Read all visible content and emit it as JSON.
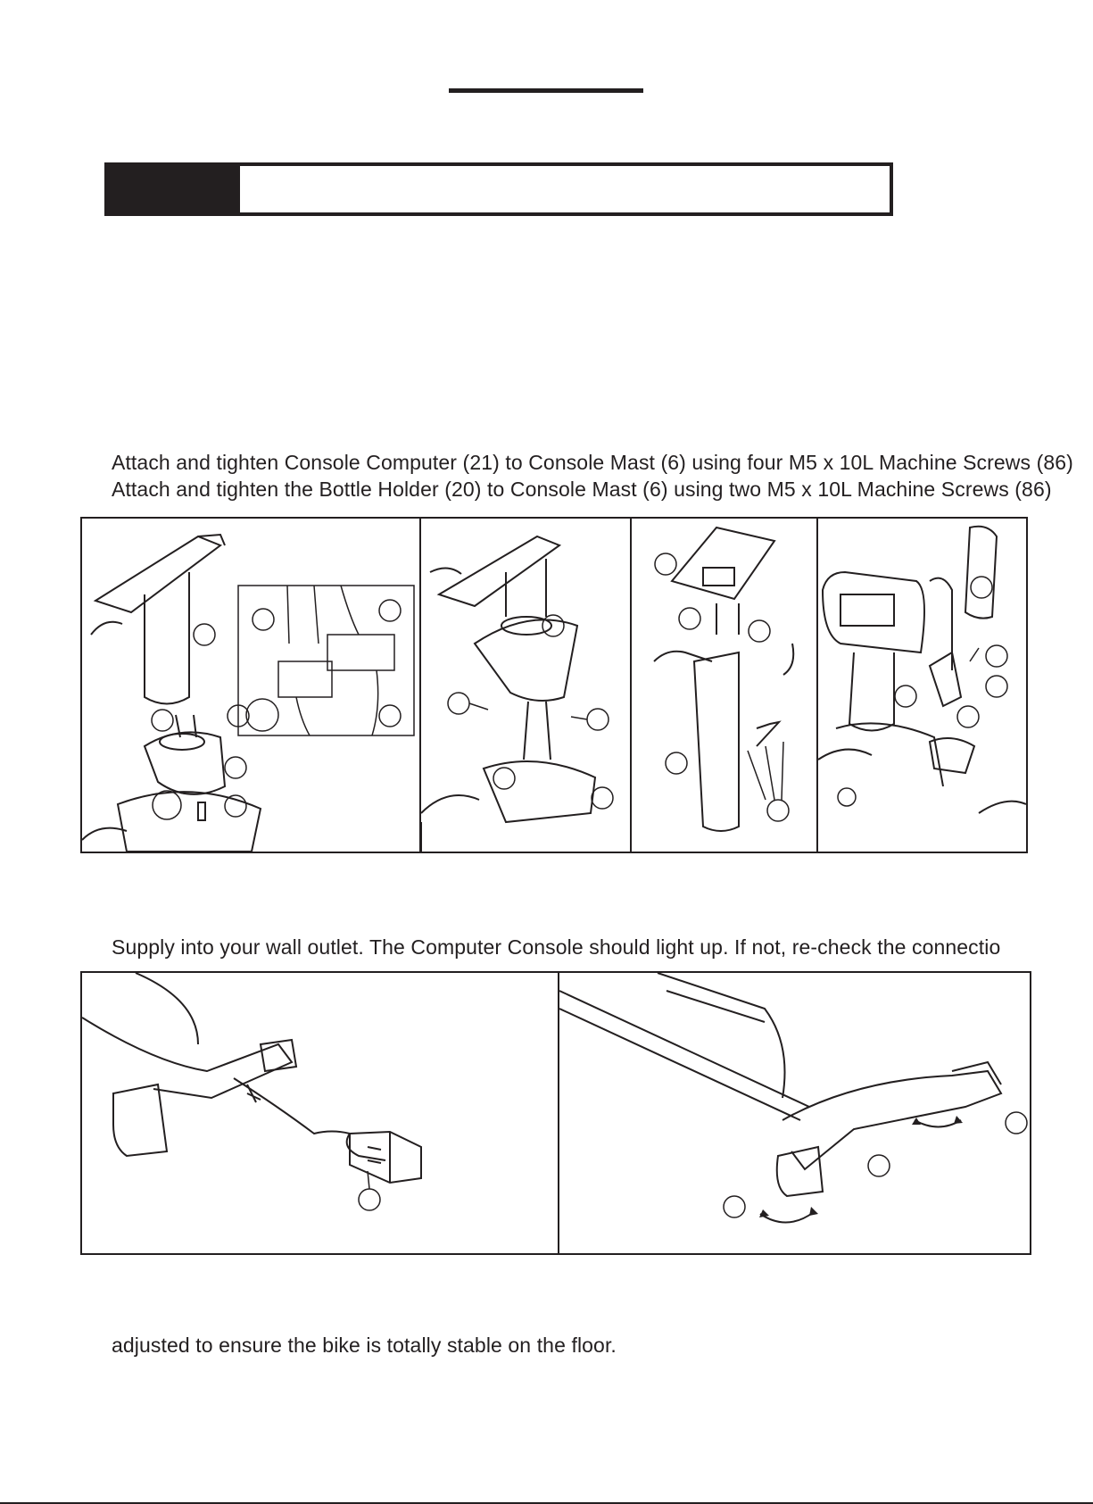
{
  "header": {
    "step_label": "",
    "step_title": ""
  },
  "instructions": {
    "line1": "Attach and tighten Console Computer (21) to Console Mast (6) using four M5 x 10L Machine Screws (86)",
    "line2": "Attach and tighten the Bottle Holder (20) to Console Mast (6) using two M5 x 10L Machine Screws (86)",
    "line3": "Supply into your wall outlet.  The Computer Console should light up.  If not, re-check the connectio",
    "line4": "adjusted to ensure the bike is totally stable on the floor."
  },
  "figures": {
    "row1": [
      "console-mast-wiring",
      "console-mast-cover",
      "console-computer-mounting",
      "bottle-holder-mounting"
    ],
    "row2": [
      "power-adapter-connection",
      "leveler-adjustment"
    ]
  },
  "colors": {
    "ink": "#231f20",
    "paper": "#ffffff"
  }
}
